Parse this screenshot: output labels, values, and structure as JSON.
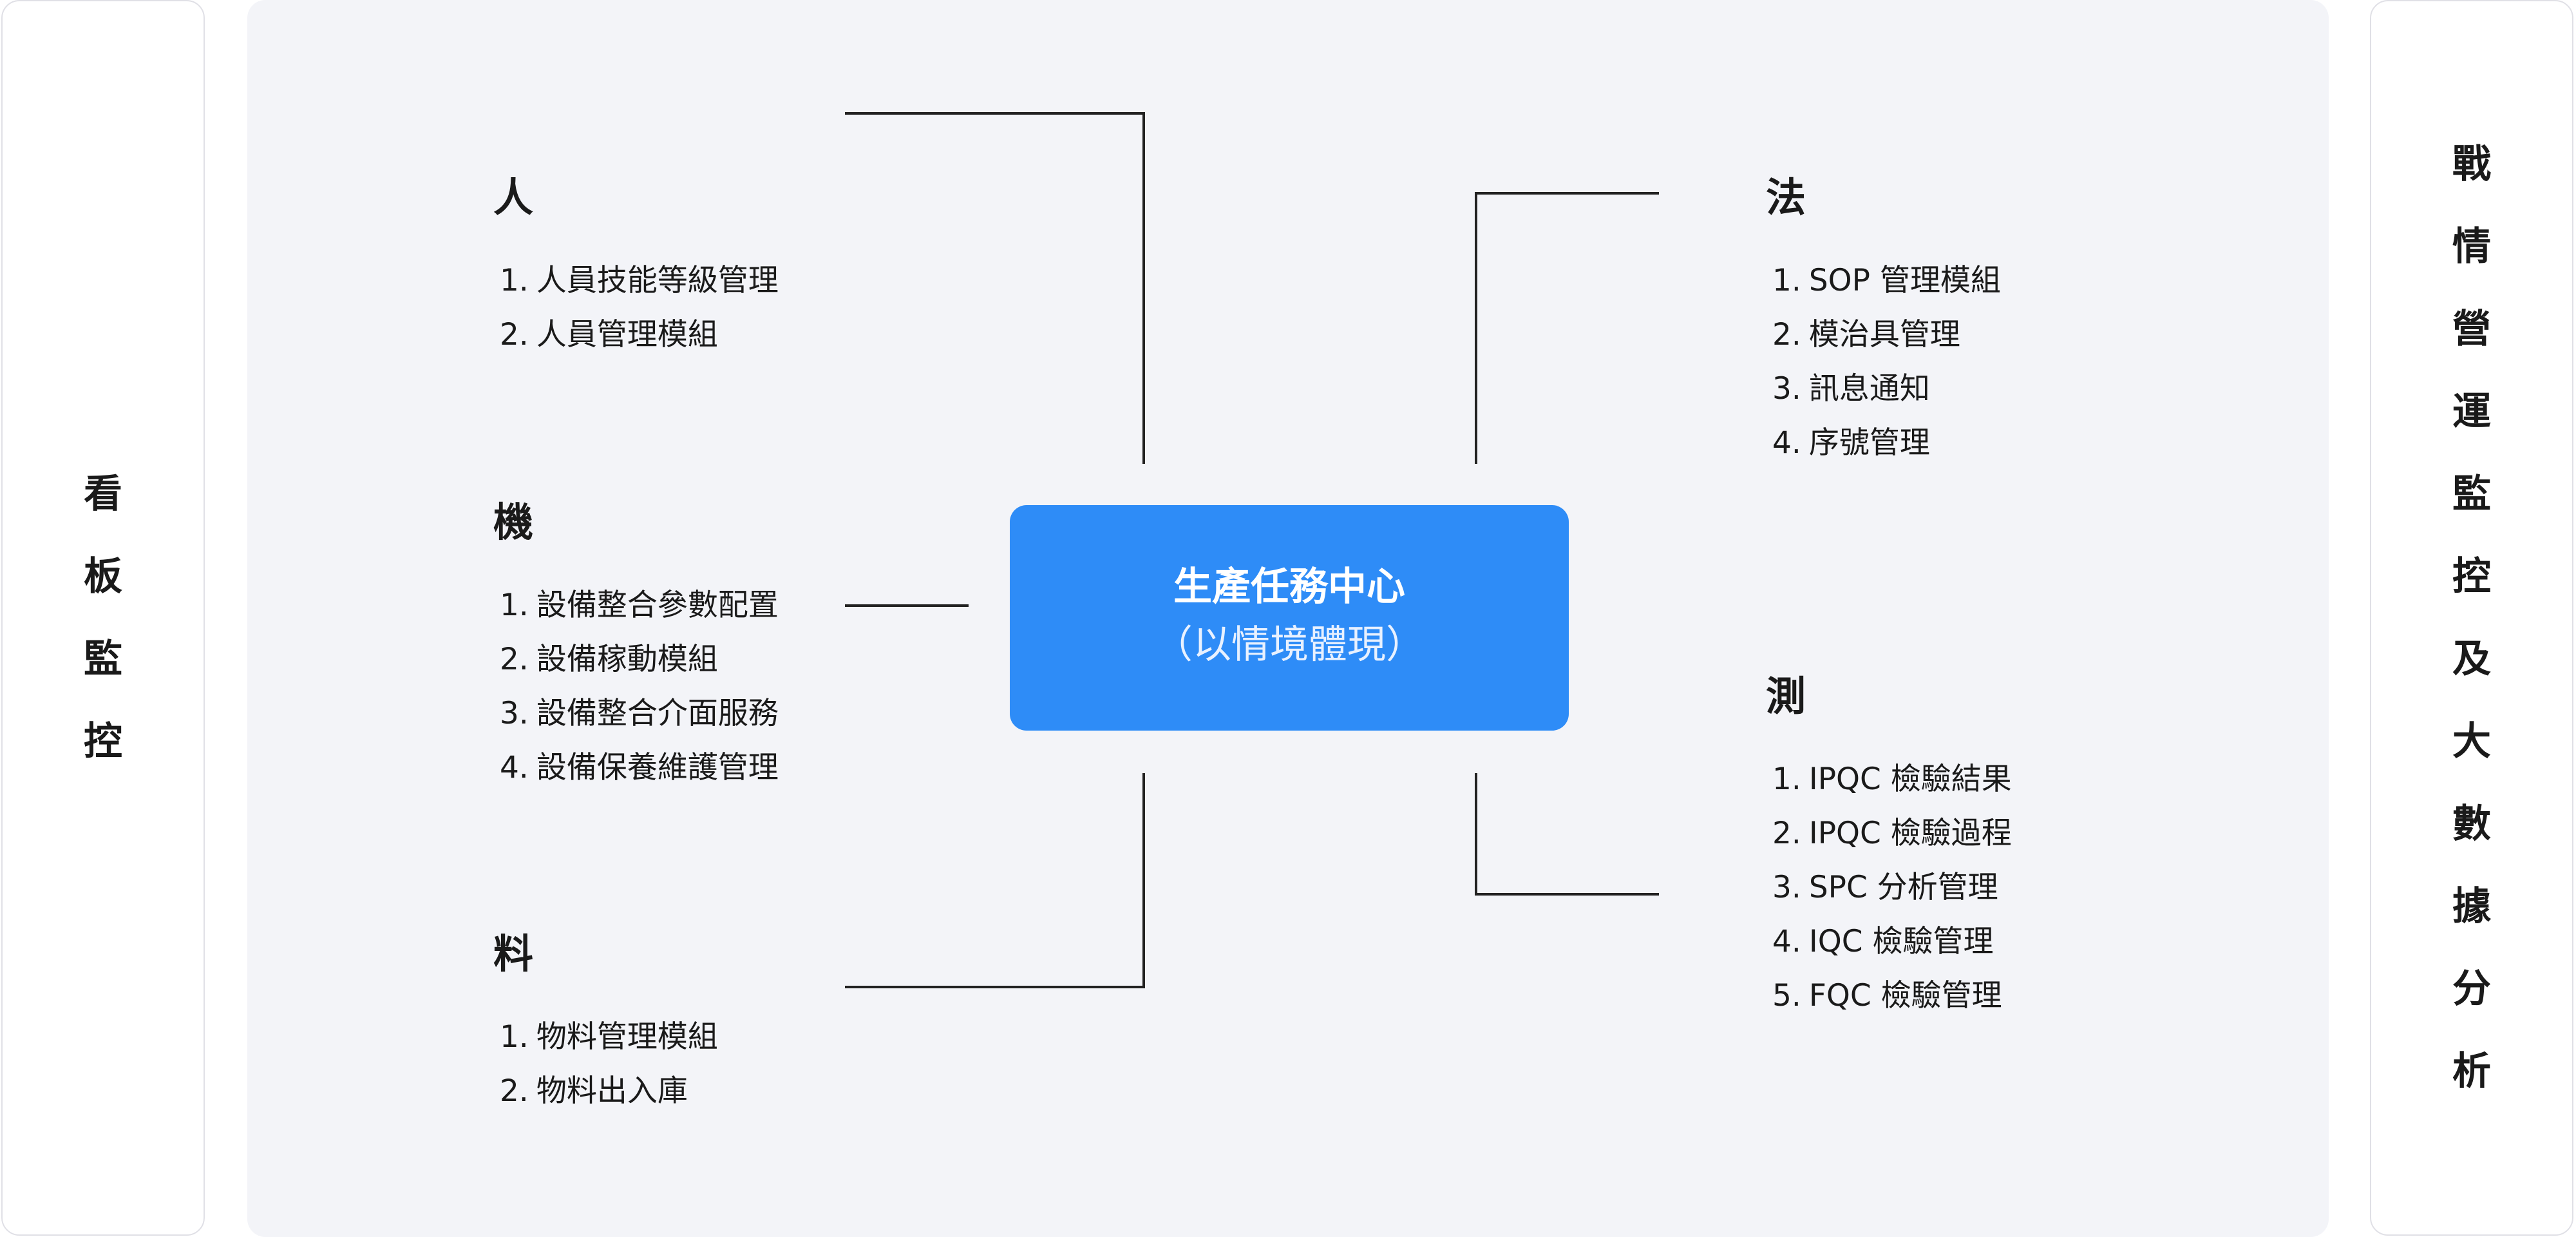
{
  "left_panel": {
    "chars": [
      "看",
      "板",
      "監",
      "控"
    ]
  },
  "right_panel": {
    "chars": [
      "戰",
      "情",
      "營",
      "運",
      "監",
      "控",
      "及",
      "大",
      "數",
      "據",
      "分",
      "析"
    ]
  },
  "center": {
    "title": "生產任務中心",
    "subtitle": "（以情境體現）"
  },
  "groups": {
    "people": {
      "title": "人",
      "items": [
        "1.",
        "人員技能等級管理",
        "2.",
        "人員管理模組"
      ]
    },
    "machine": {
      "title": "機",
      "items": [
        "1.",
        "設備整合參數配置",
        "2.",
        "設備稼動模組",
        "3.",
        "設備整合介面服務",
        "4.",
        "設備保養維護管理"
      ]
    },
    "material": {
      "title": "料",
      "items": [
        "1.",
        "物料管理模組",
        "2.",
        "物料出入庫"
      ]
    },
    "method": {
      "title": "法",
      "items": [
        "1.",
        "SOP 管理模組",
        "2.",
        "模治具管理",
        "3.",
        "訊息通知",
        "4.",
        "序號管理"
      ]
    },
    "measure": {
      "title": "測",
      "items": [
        "1.",
        "IPQC 檢驗結果",
        "2.",
        "IPQC 檢驗過程",
        "3.",
        "SPC 分析管理",
        "4.",
        "IQC 檢驗管理",
        "5.",
        "FQC 檢驗管理"
      ]
    }
  }
}
